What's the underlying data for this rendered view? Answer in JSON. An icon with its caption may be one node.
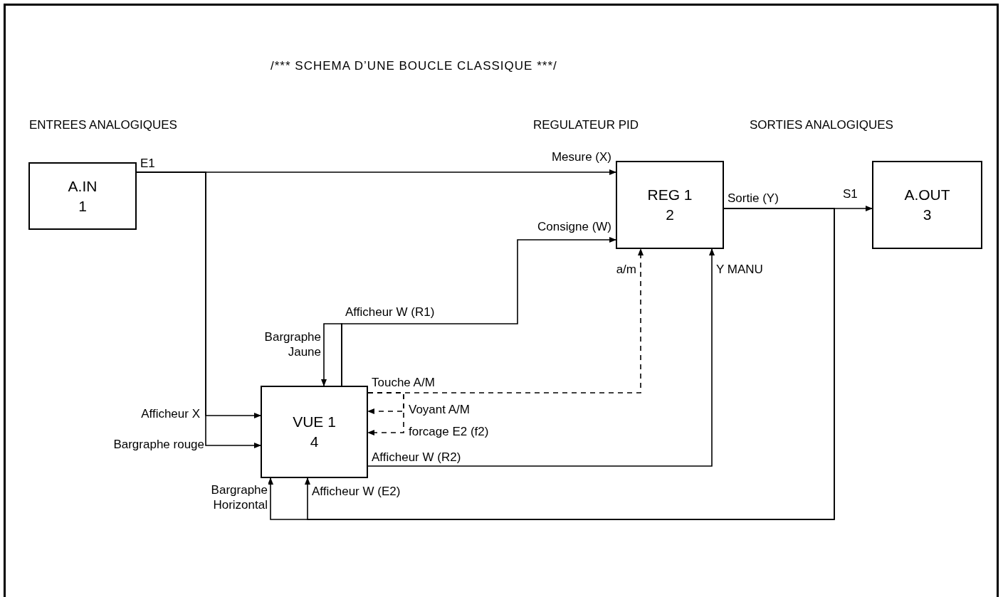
{
  "diagram": {
    "title": "/*** SCHEMA D’UNE BOUCLE CLASSIQUE ***/",
    "nodes": [
      {
        "text": [
          "A.IN",
          "1"
        ]
      },
      {
        "text": [
          "REG 1",
          "2"
        ]
      },
      {
        "text": [
          "A.OUT",
          "3"
        ]
      },
      {
        "text": [
          "VUE 1",
          "4"
        ]
      }
    ],
    "edges": [
      {
        "from": 0,
        "to": 1,
        "arrow": "to",
        "label": "Mesure (X)"
      },
      {
        "from": 0,
        "to": 3,
        "arrow": "to",
        "label": "Afficheur X"
      },
      {
        "from": 0,
        "to": 3,
        "arrow": "to",
        "label": "Bargraphe rouge"
      },
      {
        "from": 3,
        "to": 1,
        "arrow": "to",
        "label": "Afficheur W (R1)"
      },
      {
        "from": 3,
        "to": 3,
        "arrow": "to",
        "label": "Bargraphe Jaune"
      },
      {
        "from": 3,
        "to": 1,
        "arrow": "to",
        "label": "Touche A/M",
        "style": "dashed"
      },
      {
        "from": 3,
        "to": 3,
        "arrow": "to",
        "label": "Voyant A/M",
        "style": "dashed"
      },
      {
        "from": 3,
        "to": 3,
        "arrow": "to",
        "label": "forcage E2 (f2)",
        "style": "dashed"
      },
      {
        "from": 3,
        "to": 1,
        "arrow": "to",
        "label": "Afficheur W (R2)"
      },
      {
        "from": 1,
        "to": 2,
        "arrow": "to",
        "label": "Sortie (Y)"
      },
      {
        "from": 1,
        "to": 3,
        "arrow": "to",
        "label": "Bargraphe Horizontal"
      },
      {
        "from": 1,
        "to": 3,
        "arrow": "to",
        "label": "Afficheur W (E2)"
      }
    ],
    "labels": [
      "ENTREES ANALOGIQUES",
      "REGULATEUR PID",
      "SORTIES ANALOGIQUES",
      "E1",
      "Consigne (W)",
      "S1",
      "a/m",
      "Y MANU"
    ]
  }
}
